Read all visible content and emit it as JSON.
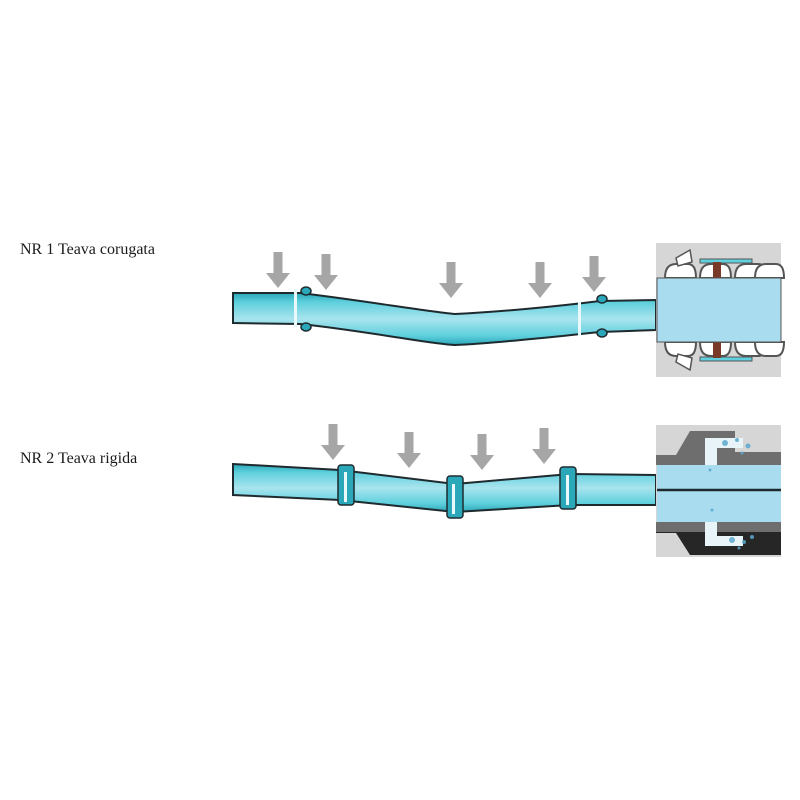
{
  "rows": [
    {
      "id": "corrugated",
      "label": "NR 1 Teava corugata",
      "arrow_count": 5,
      "detail": "flexible corrugated joint — sealed"
    },
    {
      "id": "rigid",
      "label": "NR 2 Teava rigida",
      "arrow_count": 4,
      "detail": "rigid joint — leaking"
    }
  ],
  "colors": {
    "pipe_fill": "#5fd0dd",
    "pipe_light": "#a8e4ee",
    "pipe_outline": "#1e2a2e",
    "arrow": "#a6a6a6",
    "detail_bg": "#d6d6d6",
    "detail_dark": "#6e6e6e",
    "detail_black": "#262626",
    "water": "#a9dcef"
  }
}
